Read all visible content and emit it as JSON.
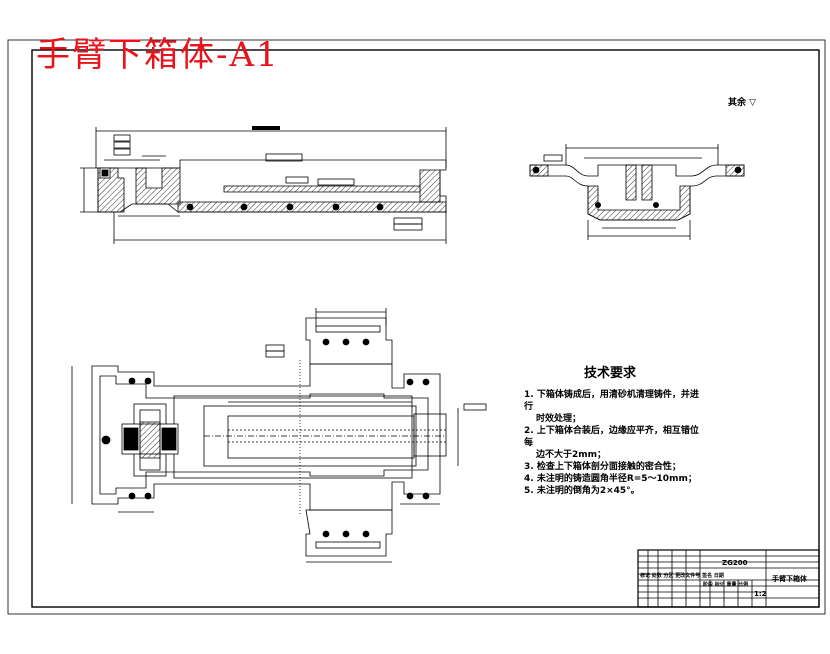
{
  "drawing": {
    "title": "手臂下箱体-A1",
    "roughness_note": "其余",
    "roughness_symbol": "▽"
  },
  "technical_requirements": {
    "heading": "技术要求",
    "items": [
      "1. 下箱体铸成后，用清砂机清理铸件，并进",
      "行",
      "时效处理；",
      "2. 上下箱体合装后，边缘应平齐，相互错位",
      "每",
      "边不大于2mm；",
      "3. 检查上下箱体剖分面接触的密合性；",
      "4. 未注明的铸造圆角半径R=5～10mm；",
      "5. 未注明的倒角为2×45°。"
    ]
  },
  "title_block": {
    "material": "ZG200",
    "part_name": "手臂下箱体",
    "scale": "1:2",
    "headers": [
      "标记",
      "处数",
      "分区",
      "更改文件号",
      "签名",
      "日期"
    ],
    "stage_headers": [
      "阶段",
      "标记",
      "重量",
      "比例"
    ]
  },
  "colors": {
    "title_red": "#e8141c",
    "line": "#000000",
    "hatch": "#000000"
  }
}
